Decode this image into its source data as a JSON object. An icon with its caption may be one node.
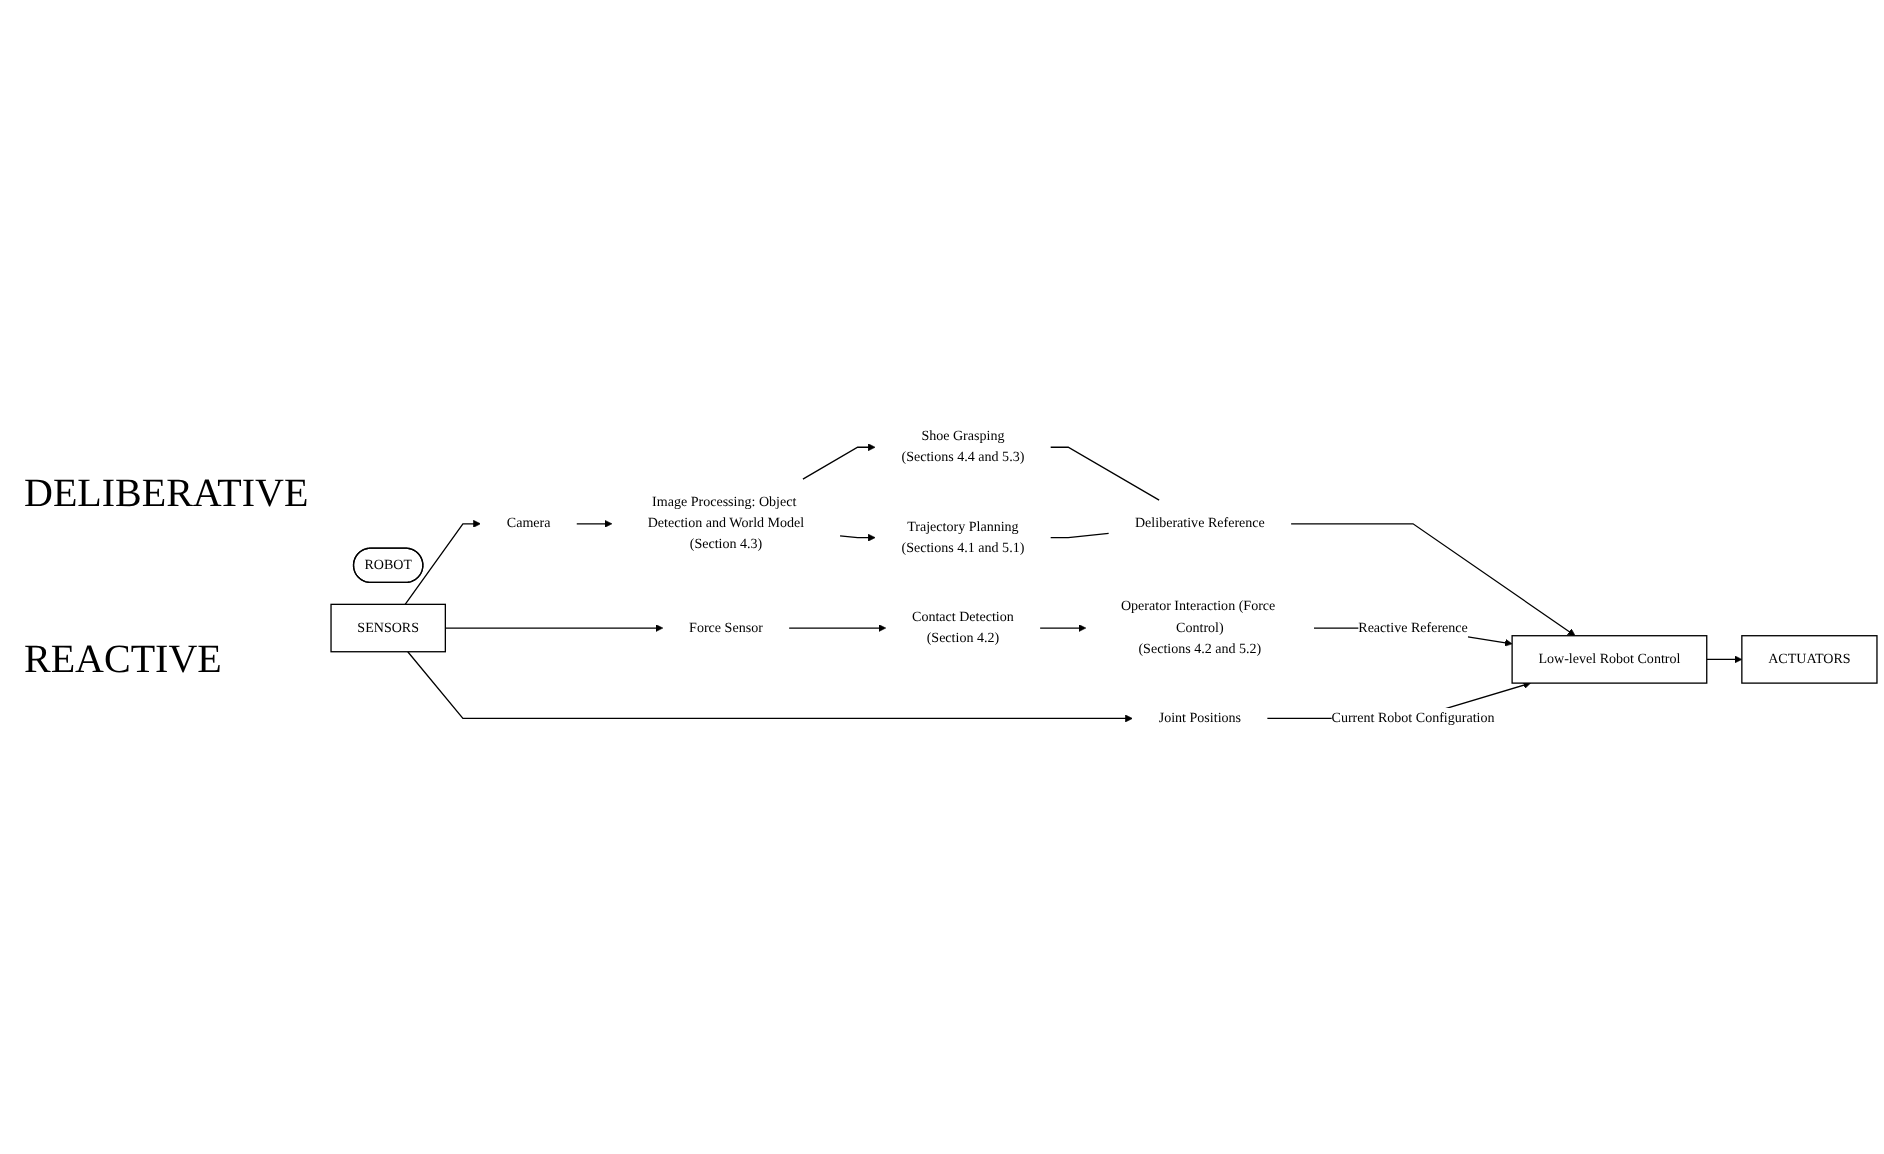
{
  "diagram": {
    "nodes": [
      {
        "text": [
          "Camera"
        ]
      },
      {
        "text": [
          "Force Sensor"
        ]
      },
      {
        "text": [
          "Joint Positions"
        ]
      },
      {
        "text": [
          "Image Processing: Object Detection and World Model"
        ],
        "beside": [
          "(Section 4.3)"
        ]
      },
      {
        "text": [
          "Shoe Grasping"
        ],
        "beside": [
          "(Sections 4.4 and 5.3)"
        ]
      },
      {
        "text": [
          "Trajectory Planning"
        ],
        "beside": [
          "(Sections 4.1 and 5.1)"
        ]
      },
      {
        "text": [
          "Deliberative Reference"
        ]
      },
      {
        "text": [
          "Contact Detection"
        ],
        "beside": [
          "(Section 4.2)"
        ]
      },
      {
        "text": [
          "Operator Interaction (Force Control)"
        ],
        "beside": [
          "(Sections 4.2 and 5.2)"
        ]
      },
      {
        "text": [
          "Low-level Robot Control"
        ]
      },
      {
        "text": [
          "ROBOT"
        ]
      },
      {
        "text": [
          "SENSORS"
        ]
      },
      {
        "text": [
          "ACTUATORS"
        ]
      }
    ],
    "edges": [
      {
        "from": 0,
        "to": 3,
        "arrow": "to"
      },
      {
        "from": 3,
        "to": 4,
        "arrow": "to"
      },
      {
        "from": 3,
        "to": 5,
        "arrow": "to"
      },
      {
        "from": 4,
        "to": 6,
        "arrow": "none"
      },
      {
        "from": 5,
        "to": 6,
        "arrow": "none"
      },
      {
        "from": 6,
        "to": 9,
        "arrow": "to"
      },
      {
        "from": 1,
        "to": 7,
        "arrow": "to"
      },
      {
        "from": 7,
        "to": 8,
        "arrow": "to"
      },
      {
        "from": 8,
        "to": 9,
        "label": "Reactive Reference",
        "arrow": "to"
      },
      {
        "from": 2,
        "to": 9,
        "label": "Current Robot Configuration",
        "arrow": "to"
      },
      {
        "from": 9,
        "to": 12,
        "arrow": "to"
      },
      {
        "from": 11,
        "to": 0,
        "arrow": "to"
      },
      {
        "from": 11,
        "to": 1,
        "arrow": "to"
      },
      {
        "from": 11,
        "to": 2,
        "arrow": "to"
      }
    ],
    "labels": [
      "DELIBERATIVE",
      "REACTIVE"
    ]
  }
}
